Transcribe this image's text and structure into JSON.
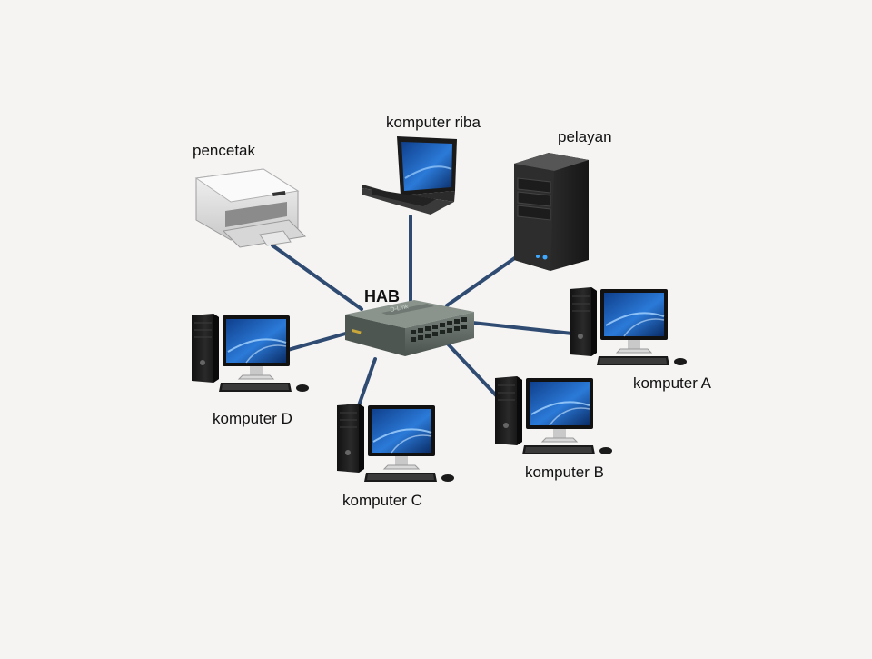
{
  "diagram": {
    "hub": {
      "label": "HAB",
      "brand_text": "D-Link"
    },
    "nodes": {
      "printer": {
        "label": "pencetak"
      },
      "laptop": {
        "label": "komputer riba"
      },
      "server": {
        "label": "pelayan"
      },
      "pc_a": {
        "label": "komputer A"
      },
      "pc_b": {
        "label": "komputer B"
      },
      "pc_c": {
        "label": "komputer C"
      },
      "pc_d": {
        "label": "komputer D"
      }
    },
    "colors": {
      "background": "#f5f4f3",
      "cable": "#2f4b72",
      "hub_body": "#55605a",
      "screen": "#1f66c2",
      "pc_case": "#1b1b1b"
    }
  }
}
